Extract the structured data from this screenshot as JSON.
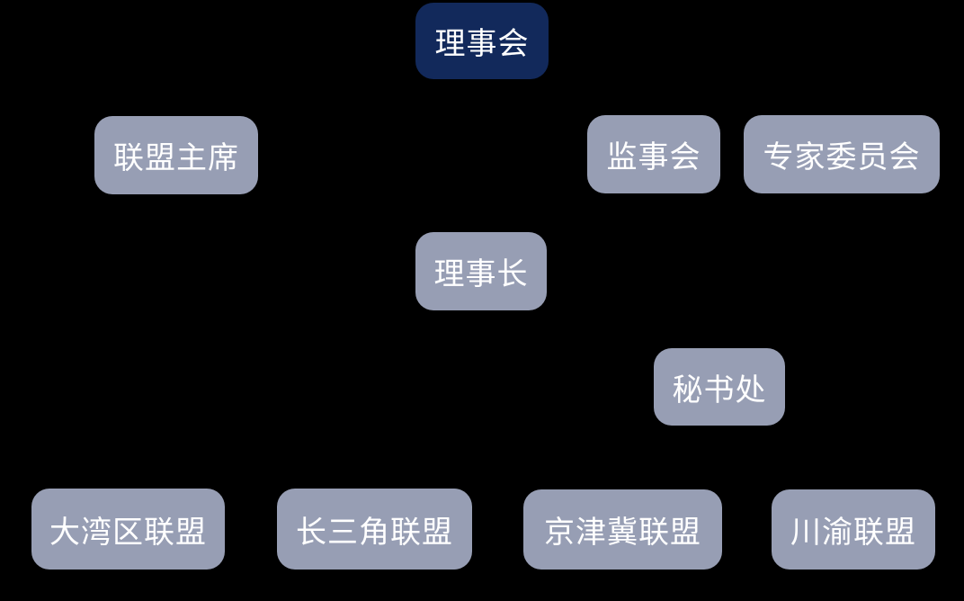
{
  "colors": {
    "canvas_bg": "#000000",
    "root_node_bg": "#12295b",
    "node_bg": "#979eb4",
    "node_text": "#ffffff"
  },
  "org_chart": {
    "type": "org-chart",
    "nodes": [
      {
        "label": "理事会",
        "level": 1,
        "style": "root"
      },
      {
        "label": "联盟主席",
        "level": 2,
        "style": "default"
      },
      {
        "label": "监事会",
        "level": 2,
        "style": "default"
      },
      {
        "label": "专家委员会",
        "level": 2,
        "style": "default"
      },
      {
        "label": "理事长",
        "level": 3,
        "style": "default"
      },
      {
        "label": "秘书处",
        "level": 4,
        "style": "default"
      },
      {
        "label": "大湾区联盟",
        "level": 5,
        "style": "default"
      },
      {
        "label": "长三角联盟",
        "level": 5,
        "style": "default"
      },
      {
        "label": "京津冀联盟",
        "level": 5,
        "style": "default"
      },
      {
        "label": "川渝联盟",
        "level": 5,
        "style": "default"
      }
    ]
  }
}
